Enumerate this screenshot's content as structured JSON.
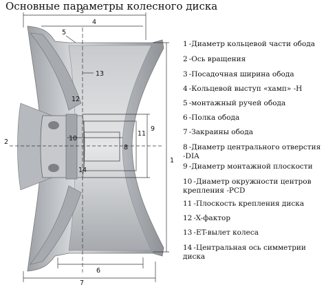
{
  "title": "Основные параметры колесного диска",
  "callouts": [
    "1",
    "2",
    "3",
    "4",
    "5",
    "6",
    "7",
    "8",
    "9",
    "10",
    "11",
    "12",
    "13",
    "14"
  ],
  "legend": [
    {
      "num": "1",
      "sep": "-",
      "text": "Диаметр кольцевой части обода"
    },
    {
      "num": "2",
      "sep": "-",
      "text": "Ось вращения"
    },
    {
      "num": "3",
      "sep": "-",
      "text": "Посадочная ширина обода"
    },
    {
      "num": "4",
      "sep": "-",
      "text": "Кольцевой выступ «хамп» -H"
    },
    {
      "num": "5",
      "sep": "-",
      "text": "монтажный ручей обода"
    },
    {
      "num": "6",
      "sep": "-",
      "text": "Полка обода"
    },
    {
      "num": "7",
      "sep": "-",
      "text": "Закраины обода"
    },
    {
      "num": "8",
      "sep": "-",
      "text": "Диаметр центрального отверстия -DIA"
    },
    {
      "num": "9",
      "sep": "-",
      "text": "Диаметр монтажной плоскости"
    },
    {
      "num": "10",
      "sep": "-",
      "text": "Диаметр окружности центров крепления -PCD"
    },
    {
      "num": "11",
      "sep": "-",
      "text": "Плоскость крепления диска"
    },
    {
      "num": "12",
      "sep": "-",
      "text": "X-фактор"
    },
    {
      "num": "13",
      "sep": "-",
      "text": "ET-вылет колеса"
    },
    {
      "num": "14",
      "sep": "-",
      "text": "Центральная ось симметрии диска"
    }
  ],
  "colors": {
    "rim": "#b9bcc0",
    "rim_dark": "#8e9297",
    "rim_light": "#dfe1e4",
    "line": "#333333"
  }
}
